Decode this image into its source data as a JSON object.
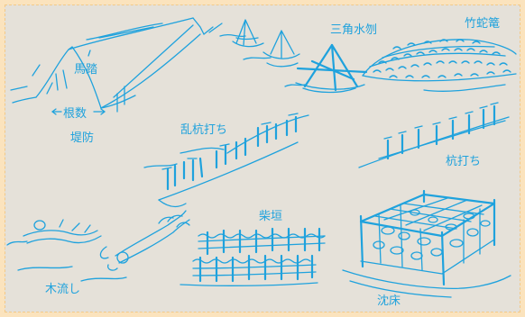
{
  "labels": {
    "dike": "堤防",
    "umafumi": "馬踏",
    "nekazu": "根数",
    "sankaku_suiseki": "三角水刎",
    "takejakago": "竹蛇篭",
    "rangui_uchi": "乱杭打ち",
    "kui_uchi": "杭打ち",
    "shibagaki": "柴垣",
    "kinagashi": "木流し",
    "chinsho": "沈床"
  },
  "colors": {
    "ink": "#1fa2dd",
    "panel": "#e5e1d9",
    "border": "#fbe3bd"
  }
}
